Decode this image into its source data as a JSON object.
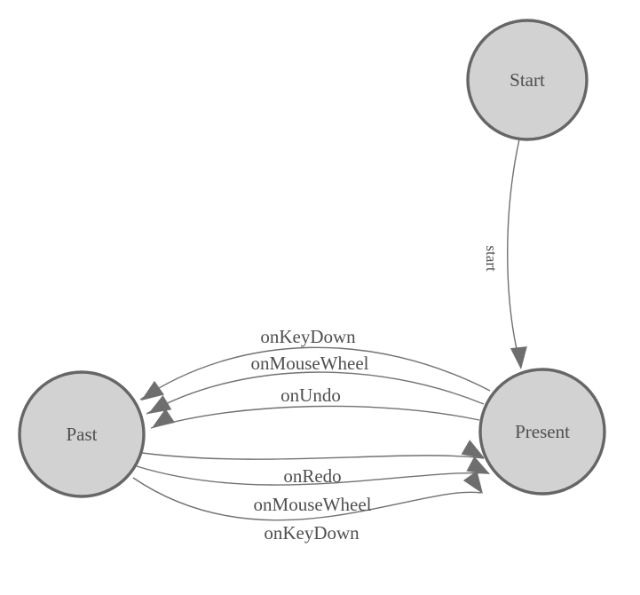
{
  "colors": {
    "background": "#ffffff",
    "node_fill": "#d2d2d2",
    "node_stroke": "#666666",
    "edge": "#717171",
    "arrow": "#6e6e6e",
    "label_text": "#4f4f4f"
  },
  "nodes": [
    {
      "id": "start",
      "label": "Start"
    },
    {
      "id": "present",
      "label": "Present"
    },
    {
      "id": "past",
      "label": "Past"
    }
  ],
  "edges": [
    {
      "from": "Start",
      "to": "Present",
      "label": "start"
    },
    {
      "from": "Present",
      "to": "Past",
      "label": "onKeyDown"
    },
    {
      "from": "Present",
      "to": "Past",
      "label": "onMouseWheel"
    },
    {
      "from": "Present",
      "to": "Past",
      "label": "onUndo"
    },
    {
      "from": "Past",
      "to": "Present",
      "label": "onRedo"
    },
    {
      "from": "Past",
      "to": "Present",
      "label": "onMouseWheel"
    },
    {
      "from": "Past",
      "to": "Present",
      "label": "onKeyDown"
    }
  ]
}
